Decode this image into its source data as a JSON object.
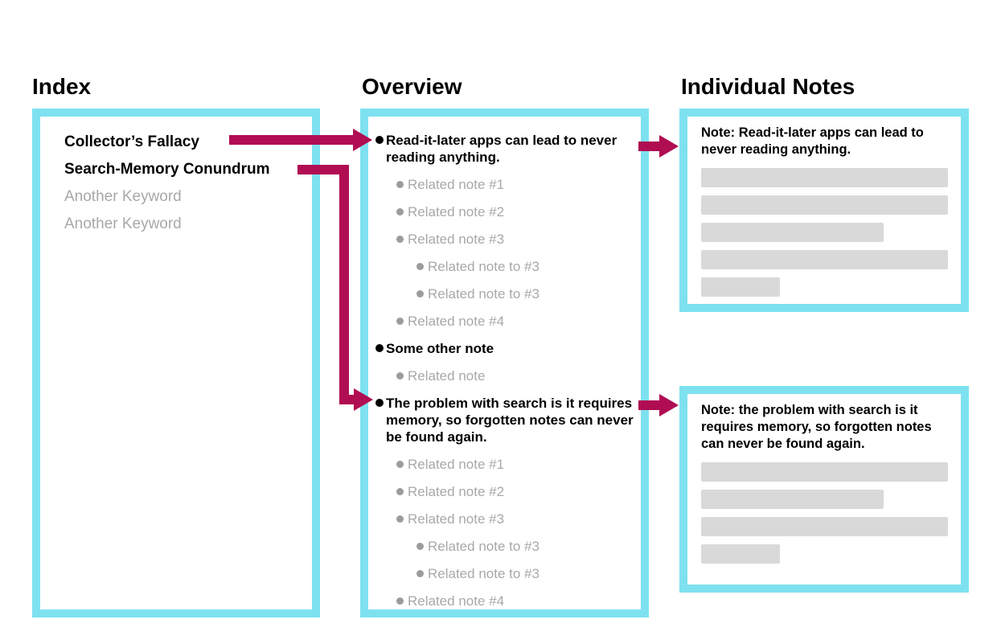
{
  "colors": {
    "panel_border": "#7EE1F0",
    "arrow": "#B00D52",
    "muted_text": "#A8A8A8",
    "muted_bullet": "#9C9C9C",
    "placeholder_bar": "#D9D9D9",
    "text": "#000000",
    "background": "#FFFFFF"
  },
  "index_panel": {
    "title": "Index",
    "items": [
      {
        "label": "Collector’s Fallacy",
        "muted": false
      },
      {
        "label": "Search-Memory Conundrum",
        "muted": false
      },
      {
        "label": "Another Keyword",
        "muted": true
      },
      {
        "label": "Another Keyword",
        "muted": true
      }
    ]
  },
  "overview_panel": {
    "title": "Overview",
    "items": [
      {
        "level": 1,
        "muted": false,
        "text": "Read-it-later apps can lead to never reading anything."
      },
      {
        "level": 2,
        "muted": true,
        "text": "Related note #1"
      },
      {
        "level": 2,
        "muted": true,
        "text": "Related note #2"
      },
      {
        "level": 2,
        "muted": true,
        "text": "Related note #3"
      },
      {
        "level": 3,
        "muted": true,
        "text": "Related note to #3"
      },
      {
        "level": 3,
        "muted": true,
        "text": "Related note to #3"
      },
      {
        "level": 2,
        "muted": true,
        "text": "Related note #4"
      },
      {
        "level": 1,
        "muted": false,
        "text": "Some other note"
      },
      {
        "level": 2,
        "muted": true,
        "text": "Related note"
      },
      {
        "level": 1,
        "muted": false,
        "text": "The problem with search is it requires memory, so forgotten notes can never be found again."
      },
      {
        "level": 2,
        "muted": true,
        "text": "Related note #1"
      },
      {
        "level": 2,
        "muted": true,
        "text": "Related note #2"
      },
      {
        "level": 2,
        "muted": true,
        "text": "Related note #3"
      },
      {
        "level": 3,
        "muted": true,
        "text": "Related note to #3"
      },
      {
        "level": 3,
        "muted": true,
        "text": "Related note to #3"
      },
      {
        "level": 2,
        "muted": true,
        "text": "Related note #4"
      }
    ]
  },
  "notes_panel": {
    "title": "Individual Notes",
    "cards": [
      {
        "text": "Note: Read-it-later apps can lead to never reading anything.",
        "bars": [
          100,
          100,
          74,
          100,
          32
        ]
      },
      {
        "text": "Note: the problem with search is it requires memory, so forgotten notes can never be found again.",
        "bars": [
          100,
          74,
          100,
          32
        ]
      }
    ]
  },
  "connections": [
    {
      "from": "Collector’s Fallacy",
      "to": "Read-it-later apps can lead to never reading anything."
    },
    {
      "from": "Search-Memory Conundrum",
      "to": "The problem with search is it requires memory, so forgotten notes can never be found again."
    },
    {
      "from": "Read-it-later apps can lead to never reading anything.",
      "to": "Individual note card 1"
    },
    {
      "from": "The problem with search is it requires memory, so forgotten notes can never be found again.",
      "to": "Individual note card 2"
    }
  ]
}
